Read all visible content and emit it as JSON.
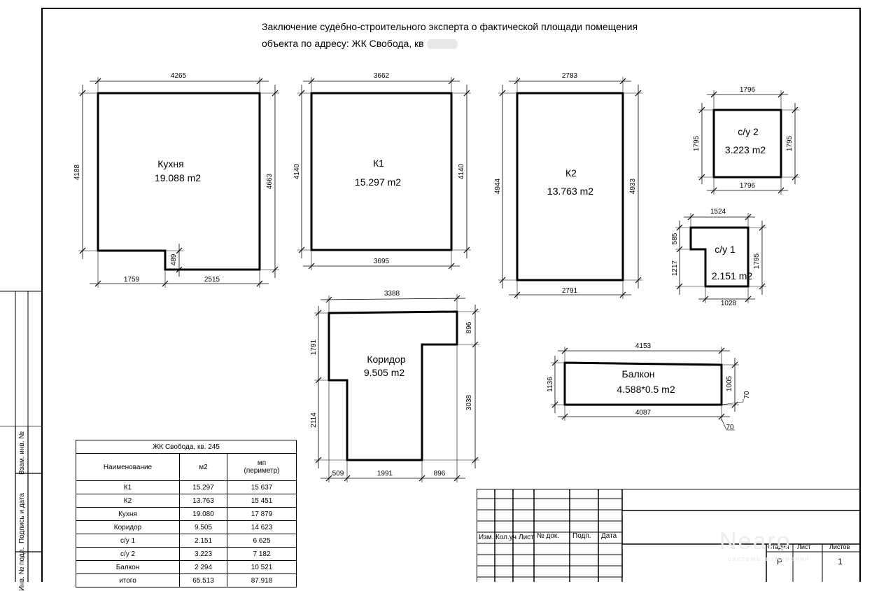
{
  "header": {
    "line1": "Заключение судебно-строительного эксперта о фактической площади помещения",
    "line2": "объекта по адресу: ЖК Свобода, кв"
  },
  "rooms": {
    "kitchen": {
      "name": "Кухня",
      "area": "19.088 m2",
      "dims": {
        "top": "4265",
        "left": "4188",
        "right": "4663",
        "bottom_left": "1759",
        "bottom_right": "2515",
        "notch": "489"
      }
    },
    "k1": {
      "name": "К1",
      "area": "15.297 m2",
      "dims": {
        "top": "3662",
        "left": "4140",
        "right": "4140",
        "bottom": "3695"
      }
    },
    "k2": {
      "name": "К2",
      "area": "13.763 m2",
      "dims": {
        "top": "2783",
        "left": "4944",
        "right": "4933",
        "bottom": "2791"
      }
    },
    "su2": {
      "name": "с/у 2",
      "area": "3.223 m2",
      "dims": {
        "top": "1796",
        "left": "1795",
        "right": "1795",
        "bottom": "1796"
      }
    },
    "su1": {
      "name": "с/у 1",
      "area": "2.151 m2",
      "dims": {
        "top": "1524",
        "left_top": "585",
        "left_bottom": "1217",
        "right": "1795",
        "bottom": "1028"
      }
    },
    "corridor": {
      "name": "Коридор",
      "area": "9.505 m2",
      "dims": {
        "top": "3388",
        "left_top": "1791",
        "left_bottom": "2114",
        "right_top": "896",
        "right_bottom": "3038",
        "bottom_left": "509",
        "bottom_mid": "1991",
        "bottom_right": "896"
      }
    },
    "balcony": {
      "name": "Балкон",
      "area": "4.588*0.5 m2",
      "dims": {
        "top": "4153",
        "left": "1136",
        "right": "1005",
        "bottom": "4087",
        "corner_side": "70",
        "corner_bottom": "70"
      }
    }
  },
  "summary": {
    "caption": "ЖК Свобода, кв. 245",
    "headers": [
      "Наименование",
      "м2",
      "мп\n(периметр)"
    ],
    "rows": [
      [
        "К1",
        "15.297",
        "15 637"
      ],
      [
        "К2",
        "13.763",
        "15 451"
      ],
      [
        "Кухня",
        "19.080",
        "17 879"
      ],
      [
        "Коридор",
        "9.505",
        "14 623"
      ],
      [
        "с/у 1",
        "2.151",
        "6 625"
      ],
      [
        "с/у 2",
        "3.223",
        "7 182"
      ],
      [
        "Балкон",
        "2 294",
        "10 521"
      ],
      [
        "итого",
        "65.513",
        "87.918"
      ]
    ]
  },
  "side_strip": {
    "labels": [
      "Взам. инв. №",
      "Подпись и дата",
      "Инв. № подл."
    ]
  },
  "title_block": {
    "cols": [
      "Изм.",
      "Кол.уч",
      "Лист",
      "№ док.",
      "Подп.",
      "Дата"
    ],
    "stage_label": "Стадия",
    "sheet_label": "Лист",
    "sheets_label": "Листов",
    "stage_value": "Р",
    "sheets_value": "1"
  },
  "watermark": {
    "brand": "Nearo",
    "tagline": "системы измерений"
  }
}
